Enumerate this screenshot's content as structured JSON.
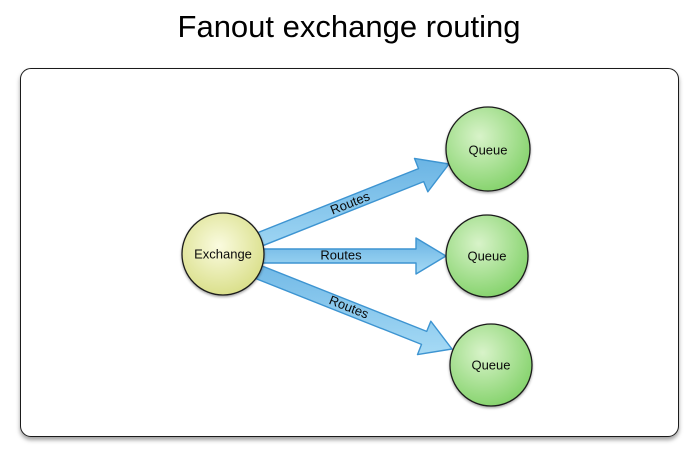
{
  "title": "Fanout exchange routing",
  "diagram": {
    "exchange": {
      "label": "Exchange"
    },
    "queues": [
      {
        "label": "Queue"
      },
      {
        "label": "Queue"
      },
      {
        "label": "Queue"
      }
    ],
    "routes": [
      {
        "label": "Routes"
      },
      {
        "label": "Routes"
      },
      {
        "label": "Routes"
      }
    ],
    "colors": {
      "exchange_fill_light": "#fafbdf",
      "exchange_fill_dark": "#d4da7b",
      "queue_fill_light": "#d8f3c9",
      "queue_fill_dark": "#7ccf62",
      "arrow_fill_top": "#6ab4e4",
      "arrow_fill_bottom": "#a6daf5",
      "arrow_stroke": "#3d94d1",
      "node_stroke": "#1a1a1a",
      "panel_border": "#1b1b1b",
      "title_color": "#000000"
    }
  }
}
